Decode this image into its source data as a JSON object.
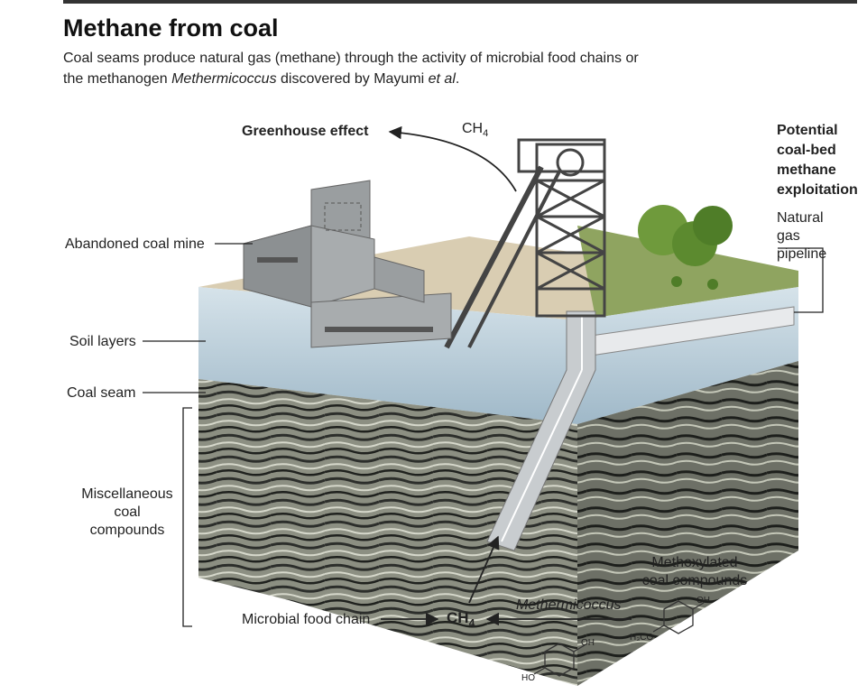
{
  "title": "Methane from coal",
  "subtitle": {
    "part1": "Coal seams produce natural gas (methane) through the activity of microbial food chains or the methanogen ",
    "organism": "Methermicoccus",
    "part2": " discovered by Mayumi ",
    "etal": "et al",
    "end": "."
  },
  "labels": {
    "greenhouse": "Greenhouse effect",
    "ch4_top": "CH",
    "ch4_top_sub": "4",
    "abandoned_mine": "Abandoned coal mine",
    "soil_layers": "Soil layers",
    "coal_seam": "Coal seam",
    "misc_line1": "Miscellaneous",
    "misc_line2": "coal",
    "misc_line3": "compounds",
    "potential_line1": "Potential",
    "potential_line2": "coal-bed",
    "potential_line3": "methane",
    "potential_line4": "exploitation",
    "pipeline_line1": "Natural",
    "pipeline_line2": "gas",
    "pipeline_line3": "pipeline",
    "microbial": "Microbial food chain",
    "ch4_bottom": "CH",
    "ch4_bottom_sub": "4",
    "methermicoccus": "Methermicoccus",
    "methoxylated_line1": "Methoxylated",
    "methoxylated_line2": "coal compounds",
    "chem_oh": "OH",
    "chem_h3co": "H₃CO",
    "chem_ho": "HO"
  },
  "colors": {
    "arrow": "#222222",
    "rock_dark": "#3a3d3a",
    "rock_light": "#bcbfae",
    "soil": "#d9cdb2",
    "grass": "#8fa460",
    "building": "#9a9ea0"
  }
}
